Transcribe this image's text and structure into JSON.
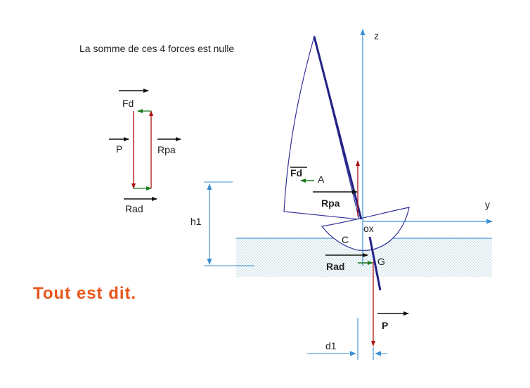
{
  "caption": "La somme de ces 4 forces est nulle",
  "conclusion": "Tout est dit.",
  "force_polygon": {
    "labels": {
      "fd": "Fd",
      "p": "P",
      "rpa": "Rpa",
      "rad": "Rad"
    }
  },
  "sailboard": {
    "axes": {
      "z": "z",
      "y": "y",
      "origin": "ox"
    },
    "points": {
      "a": "A",
      "c": "C",
      "g": "G"
    },
    "forces": {
      "fd": "Fd",
      "rpa": "Rpa",
      "rad": "Rad",
      "p": "P"
    },
    "dimensions": {
      "h1": "h1",
      "d1": "d1"
    }
  },
  "colors": {
    "weight_arrow": "#aa1111",
    "drift_arrow": "#1a7a1a",
    "axes": "#3b8fd6",
    "hull": "#333399",
    "mast": "#222288",
    "conclusion": "#e8561b"
  }
}
